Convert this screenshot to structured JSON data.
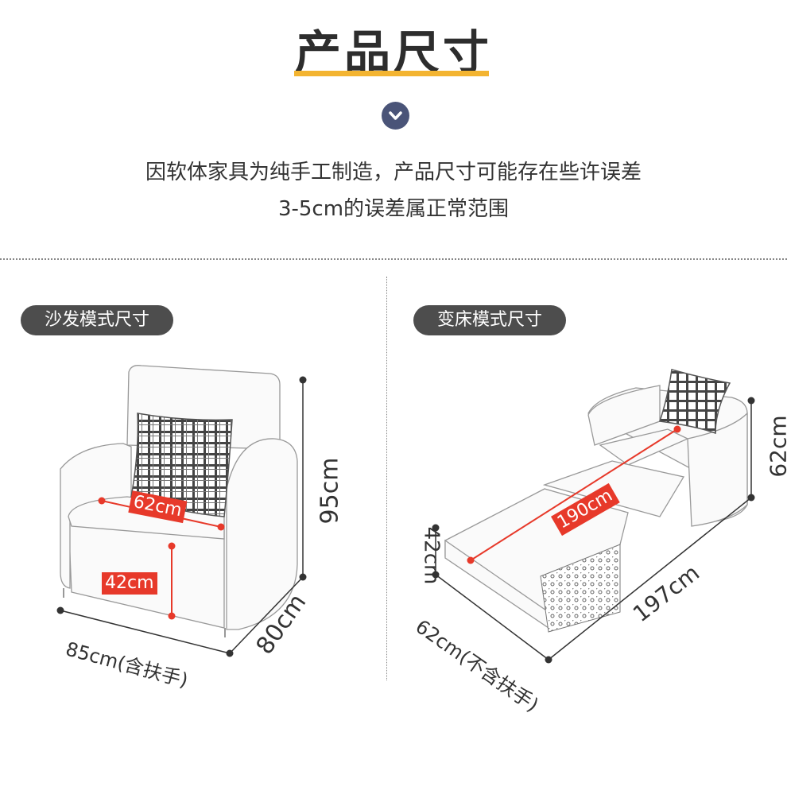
{
  "header": {
    "title": "产品尺寸",
    "accent_color": "#f3b431",
    "chevron_icon": "chevron-down-icon"
  },
  "notice": {
    "line1": "因软体家具为纯手工制造，产品尺寸可能存在些许误差",
    "line2": "3-5cm的误差属正常范围"
  },
  "sofa_mode": {
    "label": "沙发模式尺寸",
    "seat_width": "62cm",
    "seat_height": "42cm",
    "total_height": "95cm",
    "depth": "80cm",
    "width": "85cm(含扶手)"
  },
  "bed_mode": {
    "label": "变床模式尺寸",
    "bed_length": "190cm",
    "arm_height": "62cm",
    "seat_height": "42cm",
    "width": "62cm(不含扶手)",
    "total_length": "197cm"
  },
  "colors": {
    "label_bg": "#4d4d4d",
    "marker_red": "#e7392a",
    "dimension_dot": "#333333"
  }
}
